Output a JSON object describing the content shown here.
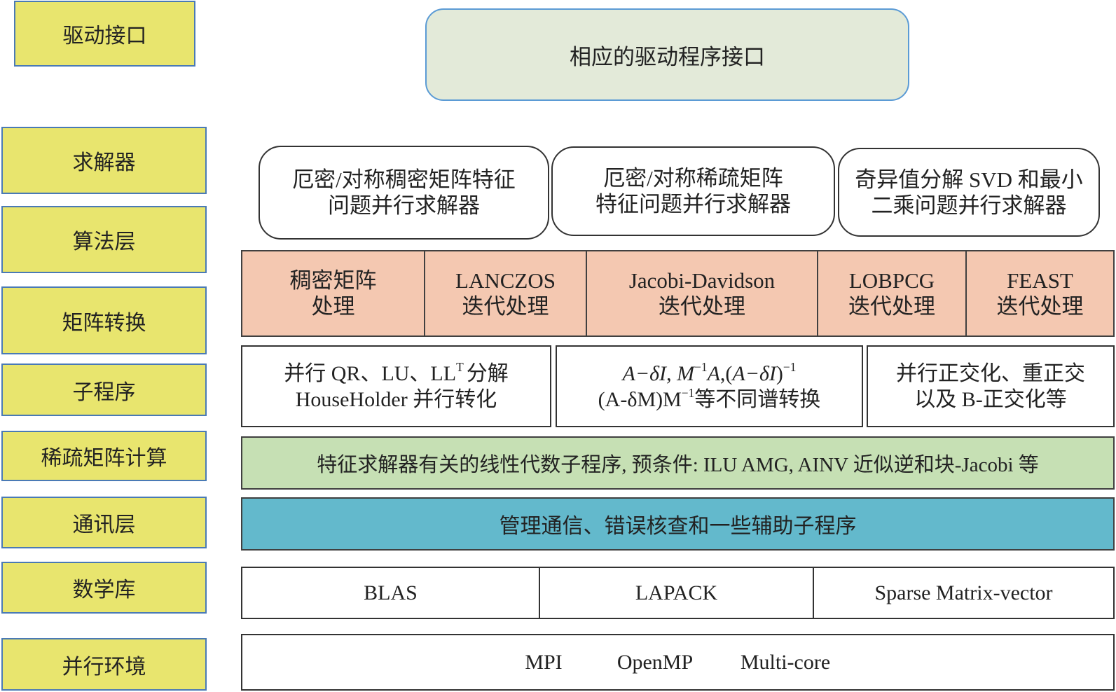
{
  "layers": [
    "驱动接口",
    "求解器",
    "算法层",
    "矩阵转换",
    "子程序",
    "稀疏矩阵计算",
    "通讯层",
    "数学库",
    "并行环境"
  ],
  "driver": {
    "text": "相应的驱动程序接口"
  },
  "solvers": [
    {
      "line1": "厄密/对称稠密矩阵特征",
      "line2": "问题并行求解器"
    },
    {
      "line1": "厄密/对称稀疏矩阵",
      "line2": "特征问题并行求解器"
    },
    {
      "line1": "奇异值分解 SVD 和最小",
      "line2": "二乘问题并行求解器"
    }
  ],
  "algorithms": [
    {
      "line1": "稠密矩阵",
      "line2": "处理"
    },
    {
      "line1": "LANCZOS",
      "line2": "迭代处理"
    },
    {
      "line1": "Jacobi-Davidson",
      "line2": "迭代处理"
    },
    {
      "line1": "LOBPCG",
      "line2": "迭代处理"
    },
    {
      "line1": "FEAST",
      "line2": "迭代处理"
    }
  ],
  "subroutines": {
    "cell1": {
      "line1_a": "并行 QR、LU、LL",
      "line1_sup": "T",
      "line1_b": "分解",
      "line2": "HouseHolder 并行转化"
    },
    "cell2": {
      "line1": [
        "A−δI",
        ", ",
        "M",
        "−1",
        "A",
        ",(",
        "A−δI",
        ")",
        "−1"
      ],
      "line2": [
        "(A-δM)M",
        "−1",
        "等不同谱转换"
      ]
    },
    "cell3": {
      "line1": "并行正交化、重正交",
      "line2": "以及 B-正交化等"
    }
  },
  "sparse": {
    "text": "特征求解器有关的线性代数子程序, 预条件: ILU AMG, AINV 近似逆和块-Jacobi 等"
  },
  "comm": {
    "text": "管理通信、错误核查和一些辅助子程序"
  },
  "mathlib": [
    "BLAS",
    "LAPACK",
    "Sparse Matrix-vector"
  ],
  "parallel_env": [
    "MPI",
    "OpenMP",
    "Multi-core"
  ],
  "colors": {
    "label_fill": "#e8e56e",
    "label_border": "#4a7ab5",
    "driver_fill": "#e3ead9",
    "driver_border": "#5b9bd5",
    "algorithm_fill": "#f4c8b1",
    "sparse_fill": "#c6e0b4",
    "comm_fill": "#63b9cc"
  }
}
